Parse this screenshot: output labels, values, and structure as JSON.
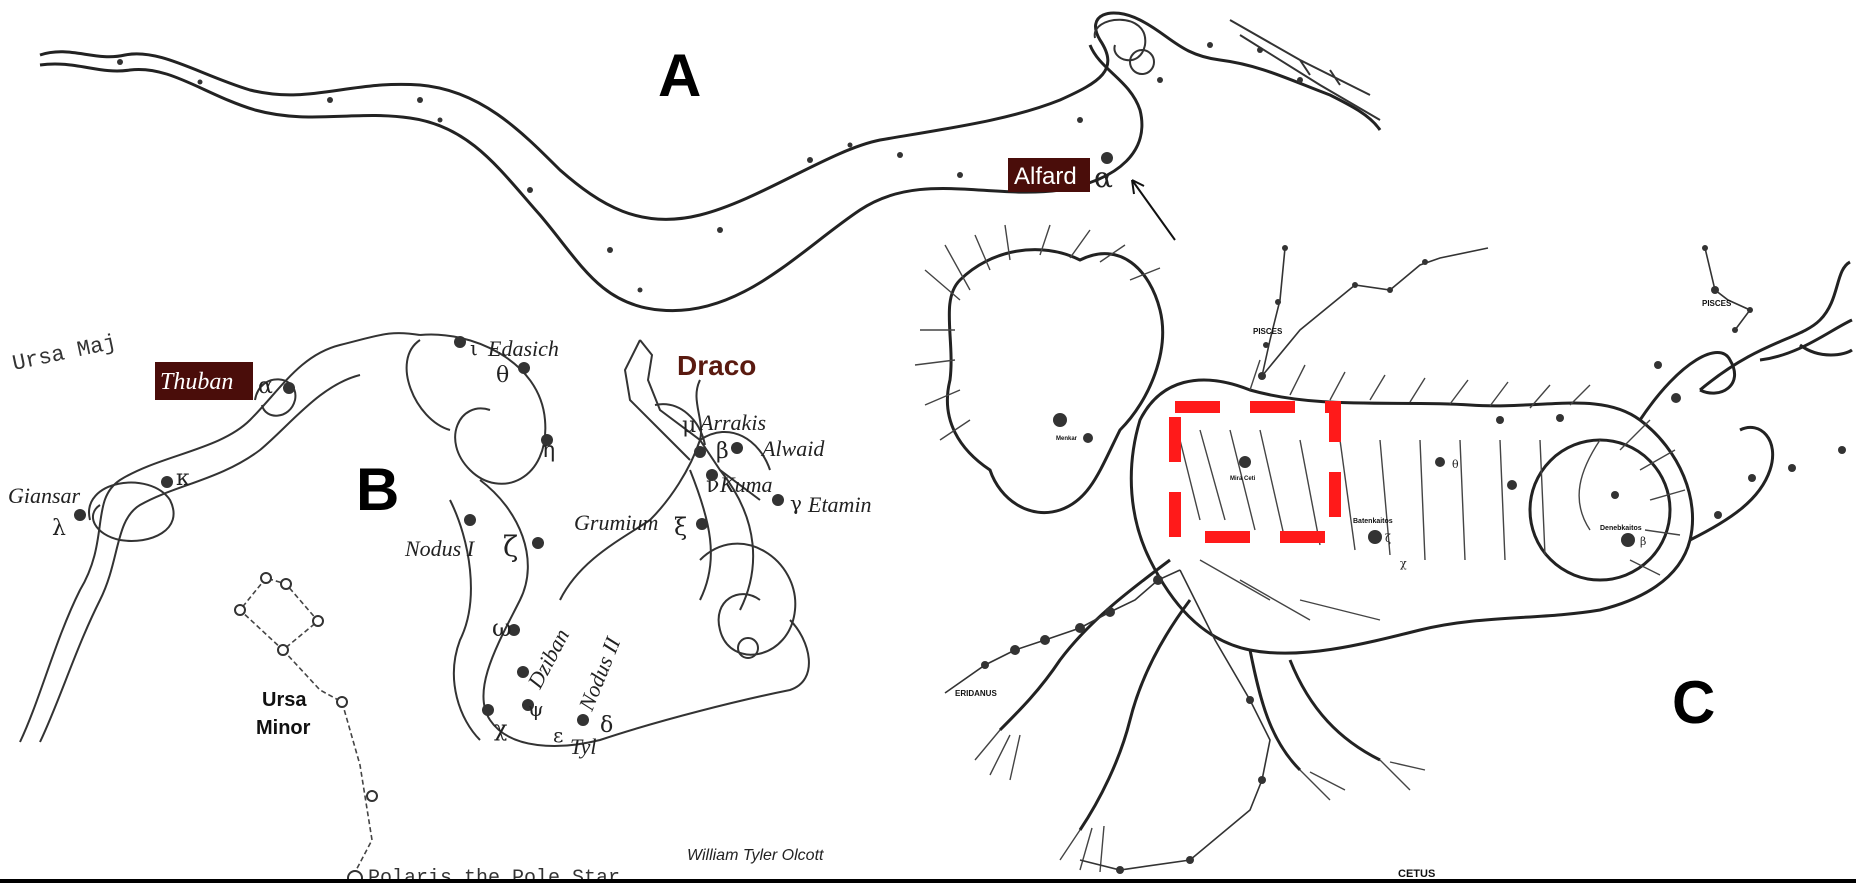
{
  "panels": {
    "a": {
      "letter": "A",
      "star_tag": "Alfard",
      "star_greek": "α"
    },
    "b": {
      "letter": "B",
      "constellation": "Draco",
      "ursa_major_fragment": "Ursa Maj",
      "thuban_tag": "Thuban",
      "thuban_greek": "α",
      "stars": {
        "iota": "ι",
        "edasich": "Edasich",
        "theta": "θ",
        "eta": "η",
        "zeta": "ζ",
        "nodus1": "Nodus I",
        "mu": "μ",
        "arrakis": "Arrakis",
        "beta": "β",
        "alwaid": "Alwaid",
        "nu": "ν",
        "kuma": "Kuma",
        "gamma": "γ",
        "etamin": "Etamin",
        "grumium": "Grumium",
        "xi": "ξ",
        "kappa": "κ",
        "giansar": "Giansar",
        "lambda": "λ",
        "omega": "ω",
        "dziban": "Dziban",
        "psi": "ψ",
        "chi": "χ",
        "nodus2": "Nodus II",
        "delta": "δ",
        "epsilon": "ε",
        "tyl": "Tyl"
      },
      "ursa_minor_line1": "Ursa",
      "ursa_minor_line2": "Minor",
      "polaris": "Polaris the Pole Star",
      "credit": "William Tyler Olcott"
    },
    "c": {
      "letter": "C",
      "constellation": "CETUS",
      "pisces_1": "PISCES",
      "pisces_2": "PISCES",
      "eridanus": "ERIDANUS",
      "mira": "Mira Ceti",
      "menkar": "Menkar",
      "baten_kaitos": "Batenkaitos",
      "deneb_kaitos": "Denebkaitos",
      "greek_zeta": "ζ",
      "greek_chi": "χ",
      "greek_theta": "θ",
      "greek_beta": "β"
    }
  },
  "colors": {
    "tag_background": "#4a0d0a",
    "highlight_box": "#ff1a1a",
    "draco_title": "#5a1a10",
    "bottom_bar": "#000000"
  }
}
